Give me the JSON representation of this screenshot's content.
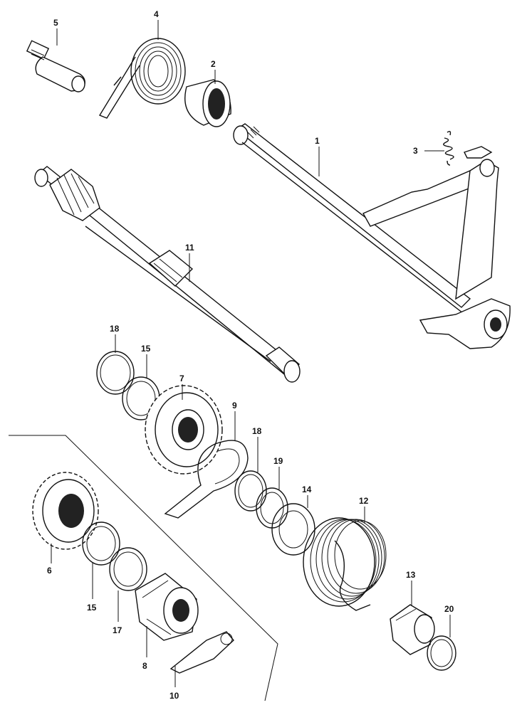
{
  "diagram": {
    "labels": {
      "p1": "1",
      "p2": "2",
      "p3": "3",
      "p4": "4",
      "p5": "5",
      "p6": "6",
      "p7": "7",
      "p8": "8",
      "p9": "9",
      "p10": "10",
      "p11": "11",
      "p12": "12",
      "p13": "13",
      "p14": "14",
      "p15a": "15",
      "p15b": "15",
      "p17": "17",
      "p18a": "18",
      "p18b": "18",
      "p19": "19",
      "p20": "20"
    }
  }
}
